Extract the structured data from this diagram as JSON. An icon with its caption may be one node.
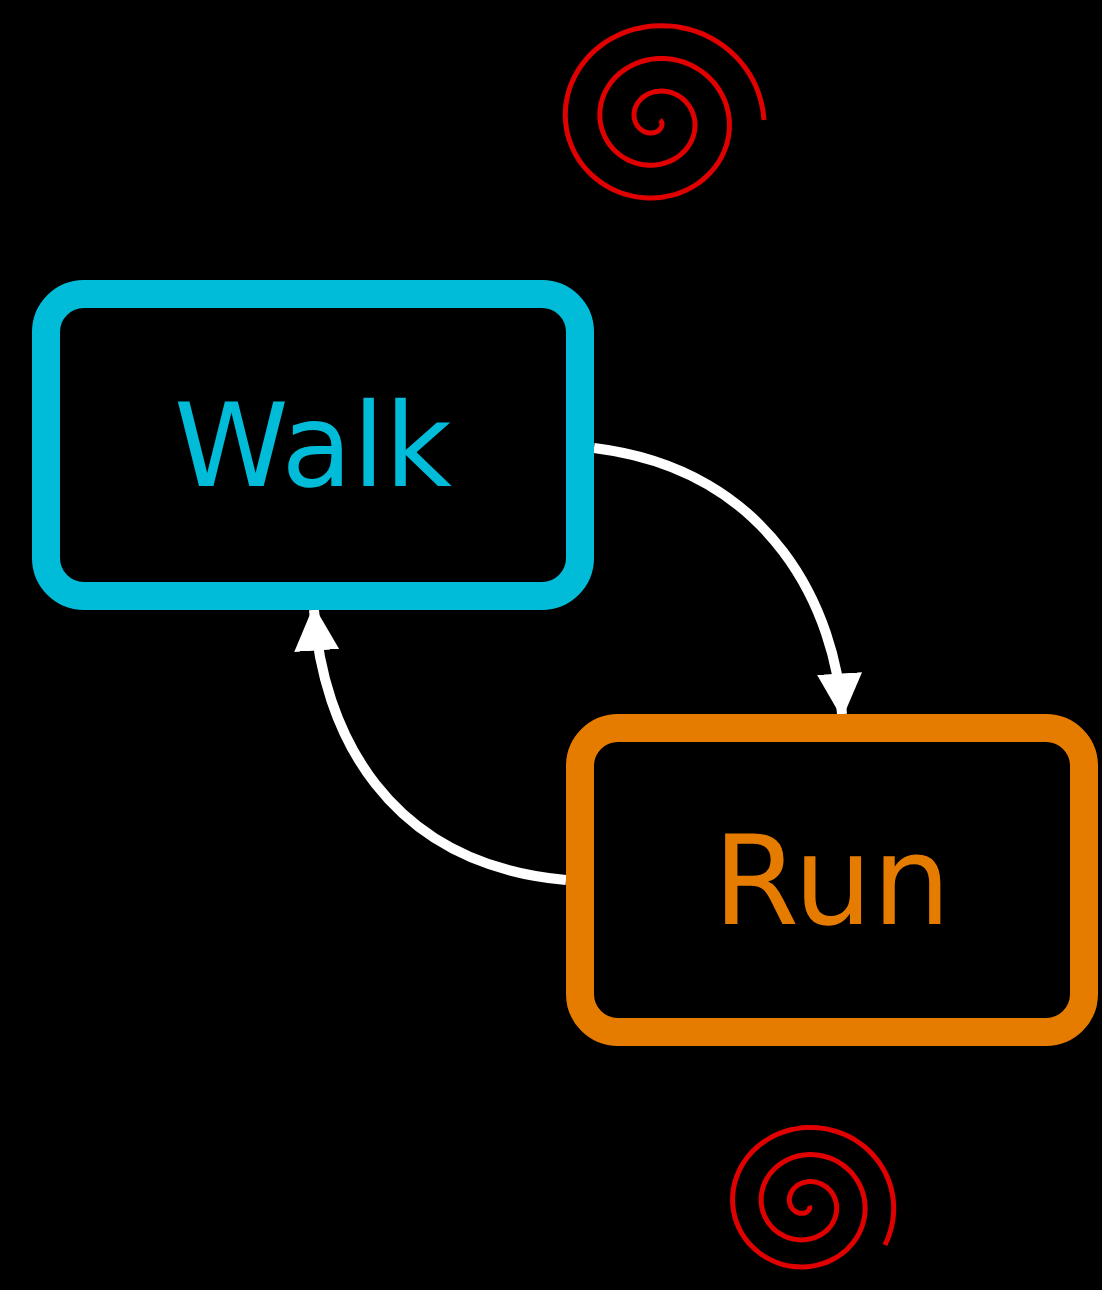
{
  "diagram": {
    "nodes": [
      {
        "text": [
          "Walk"
        ]
      },
      {
        "text": [
          "Run"
        ]
      }
    ],
    "edges": [
      {
        "from": 0,
        "to": 1,
        "arrow": "to"
      },
      {
        "from": 1,
        "to": 0,
        "arrow": "to"
      }
    ]
  }
}
